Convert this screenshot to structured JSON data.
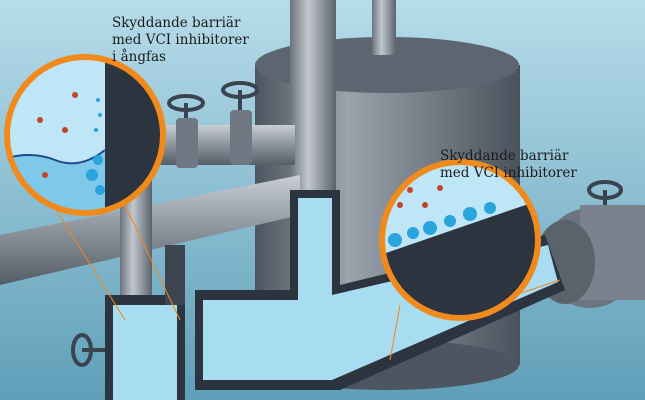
{
  "labels": {
    "vapor_phase": [
      "Skyddande barriär",
      "med VCI inhibitorer",
      "i ångfas"
    ],
    "liquid": [
      "Skyddande barriär",
      "med VCI inhibitorer"
    ]
  },
  "colors": {
    "background_top": "#b7dcea",
    "background_bottom": "#5f9fb8",
    "metal": "#6b7480",
    "metal_dark": "#2c3440",
    "liquid": "#a8dcf0",
    "callout_ring": "#f08a1c",
    "particle": "#c0442a",
    "bubble": "#29a4dc"
  }
}
